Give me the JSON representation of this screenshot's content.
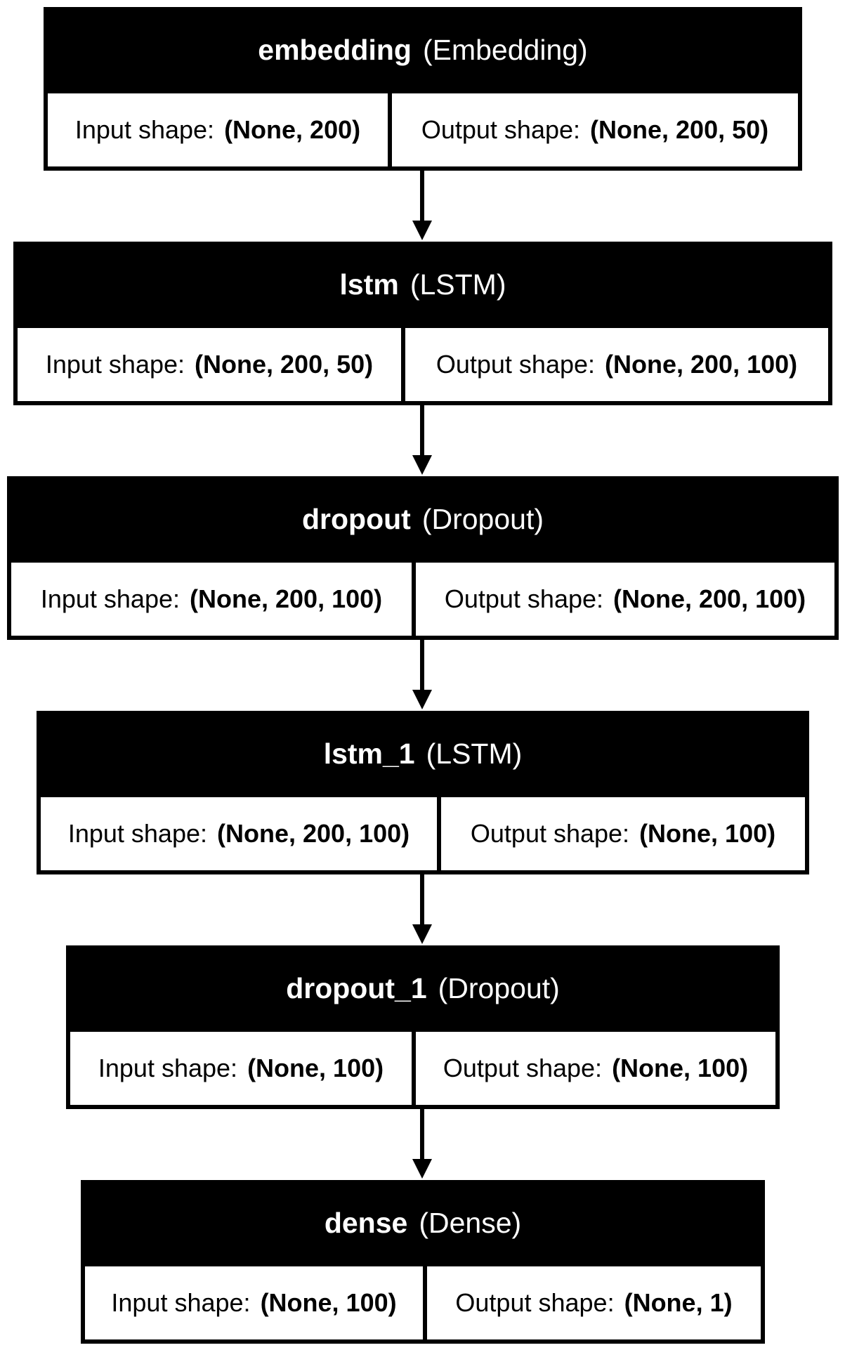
{
  "layers": [
    {
      "name": "embedding",
      "type": "(Embedding)",
      "input_label": "Input shape:",
      "input_shape": "(None, 200)",
      "output_label": "Output shape:",
      "output_shape": "(None, 200, 50)"
    },
    {
      "name": "lstm",
      "type": "(LSTM)",
      "input_label": "Input shape:",
      "input_shape": "(None, 200, 50)",
      "output_label": "Output shape:",
      "output_shape": "(None, 200, 100)"
    },
    {
      "name": "dropout",
      "type": "(Dropout)",
      "input_label": "Input shape:",
      "input_shape": "(None, 200, 100)",
      "output_label": "Output shape:",
      "output_shape": "(None, 200, 100)"
    },
    {
      "name": "lstm_1",
      "type": "(LSTM)",
      "input_label": "Input shape:",
      "input_shape": "(None, 200, 100)",
      "output_label": "Output shape:",
      "output_shape": "(None, 100)"
    },
    {
      "name": "dropout_1",
      "type": "(Dropout)",
      "input_label": "Input shape:",
      "input_shape": "(None, 100)",
      "output_label": "Output shape:",
      "output_shape": "(None, 100)"
    },
    {
      "name": "dense",
      "type": "(Dense)",
      "input_label": "Input shape:",
      "input_shape": "(None, 100)",
      "output_label": "Output shape:",
      "output_shape": "(None, 1)"
    }
  ]
}
